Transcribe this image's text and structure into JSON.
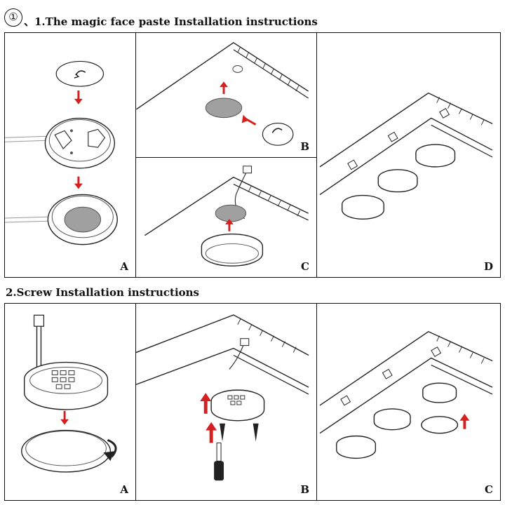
{
  "section1": {
    "number": "①",
    "title": "、1.The magic face paste Installation instructions",
    "panels": {
      "a": "A",
      "b": "B",
      "c": "C",
      "d": "D"
    }
  },
  "section2": {
    "title": "2.Screw Installation instructions",
    "panels": {
      "a": "A",
      "b": "B",
      "c": "C"
    }
  },
  "colors": {
    "arrow": "#d42020",
    "line": "#222222",
    "pad": "#a0a0a0"
  }
}
